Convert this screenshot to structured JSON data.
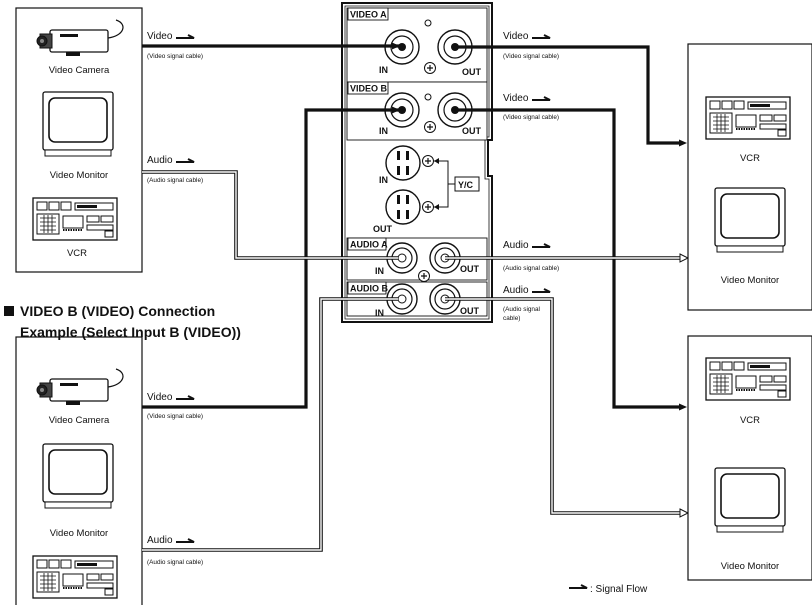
{
  "section_heading": "VIDEO B (VIDEO) Connection Example (Select Input B (VIDEO))",
  "section_heading_lines": [
    "VIDEO B (VIDEO) Connection",
    "Example (Select Input B (VIDEO))"
  ],
  "panel": {
    "video_a": "VIDEO A",
    "video_b": "VIDEO B",
    "audio_a": "AUDIO A",
    "audio_b": "AUDIO B",
    "yc": "Y/C",
    "in": "IN",
    "out": "OUT"
  },
  "devices": {
    "video_camera": "Video Camera",
    "video_monitor": "Video Monitor",
    "vcr": "VCR"
  },
  "cables": {
    "video": "Video",
    "audio": "Audio",
    "video_cable": "(Video signal cable)",
    "audio_cable": "(Audio signal cable)",
    "audio_cable_wrap": [
      "(Audio signal",
      "cable)"
    ]
  },
  "legend": ": Signal Flow",
  "colors": {
    "ink": "#111111",
    "background": "#ffffff"
  }
}
